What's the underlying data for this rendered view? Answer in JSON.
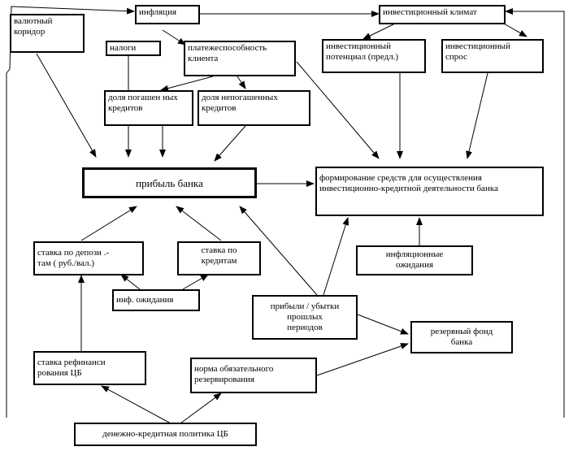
{
  "nodes": {
    "corridor": "валютный\nкоридор",
    "inflation": "инфляция",
    "climate": "инвестиционный климат",
    "taxes": "налоги",
    "solvency": "платежеспособность\nклиента",
    "potential": "инвестиционный\nпотенциал (предл.)",
    "demand": "инвестиционный\nспрос",
    "repaid": "доля погашен ных\nкредитов",
    "unpaid": "доля непогашенных\nкредитов",
    "profit": "прибыль банка",
    "funds": "формирование  средств для осуществления\nинвестиционно-кредитной деятельности  банка",
    "deposit_rate": "ставка по депози .-\nтам ( руб./вал.)",
    "credit_rate": "ставка по\nкредитам",
    "infl_exp": "инфляционные\nожидания",
    "inf_exp_short": "инф. ожидания",
    "past_results": "прибыли / убытки\nпрошлых\nпериодов",
    "reserve_fund": "резервный фонд\nбанка",
    "refinance": "ставка рефинанси\nрования  ЦБ",
    "reserve_norm": "норма обязательного\nрезервирования",
    "policy": "денежно-кредитная политика ЦБ"
  },
  "colors": {
    "line": "#000000",
    "background": "#ffffff"
  }
}
